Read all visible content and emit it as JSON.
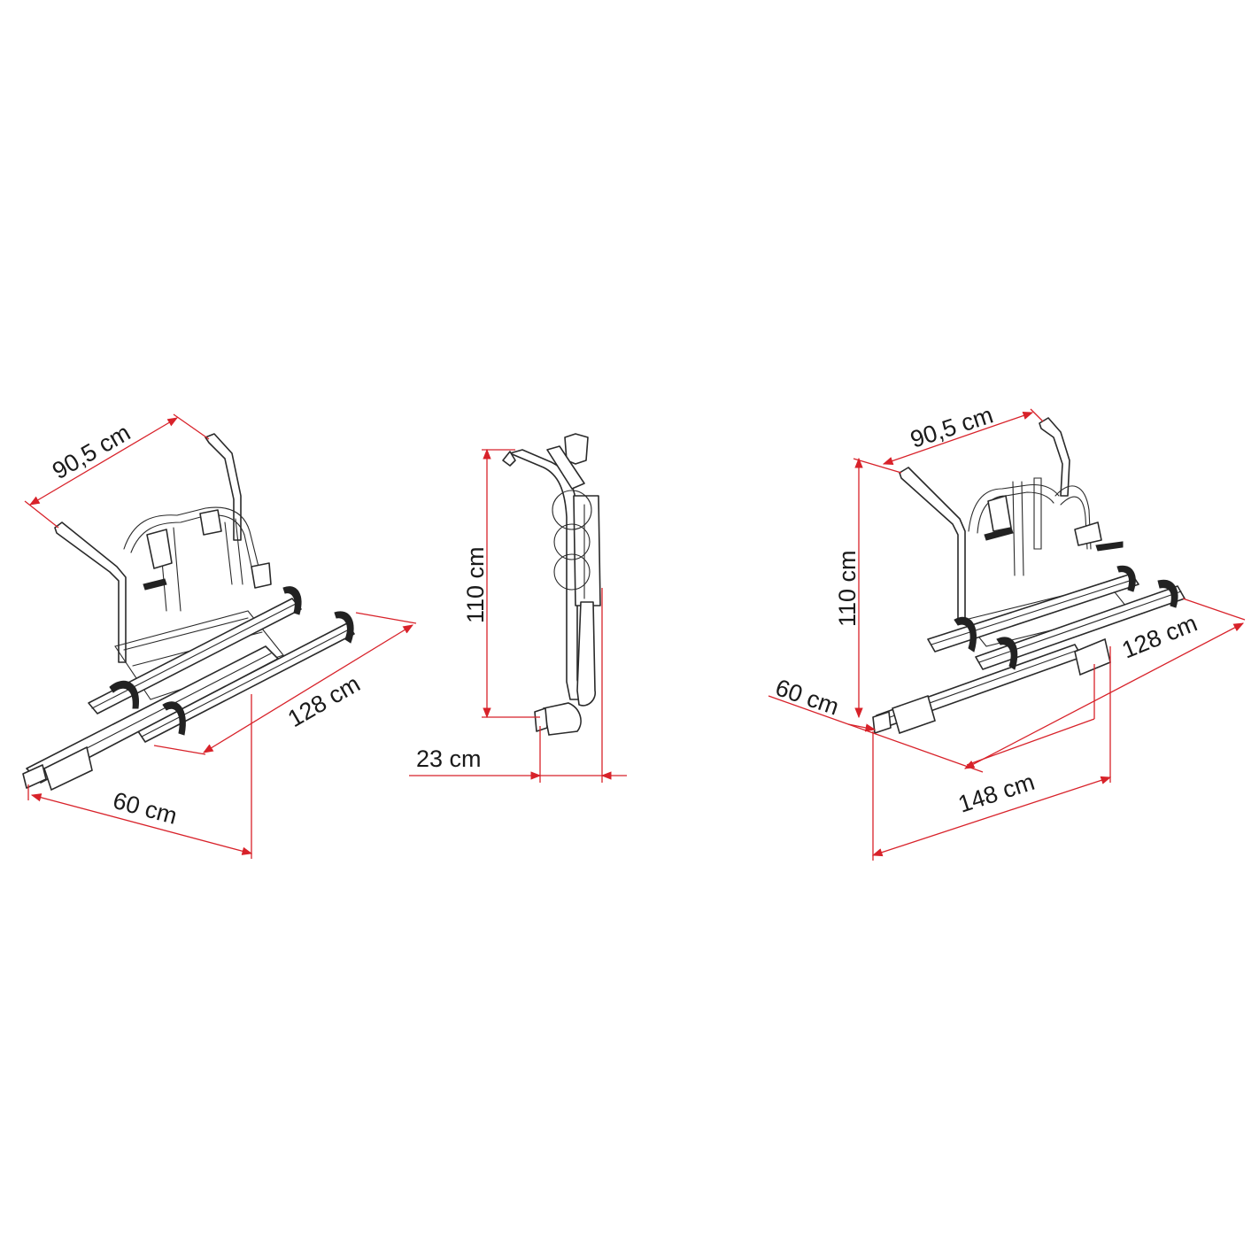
{
  "figures": {
    "folded_view": {
      "width_label": "90,5 cm",
      "length_label": "128 cm",
      "depth_label": "60 cm"
    },
    "side_view": {
      "height_label": "110 cm",
      "depth_label": "23 cm"
    },
    "extended_view": {
      "width_label": "90,5 cm",
      "height_label": "110 cm",
      "length_label": "128 cm",
      "depth_label": "60 cm",
      "total_label": "148 cm"
    }
  },
  "colors": {
    "dimension_lines": "#d8222a",
    "outline": "#2a2a2a",
    "background": "#ffffff"
  }
}
